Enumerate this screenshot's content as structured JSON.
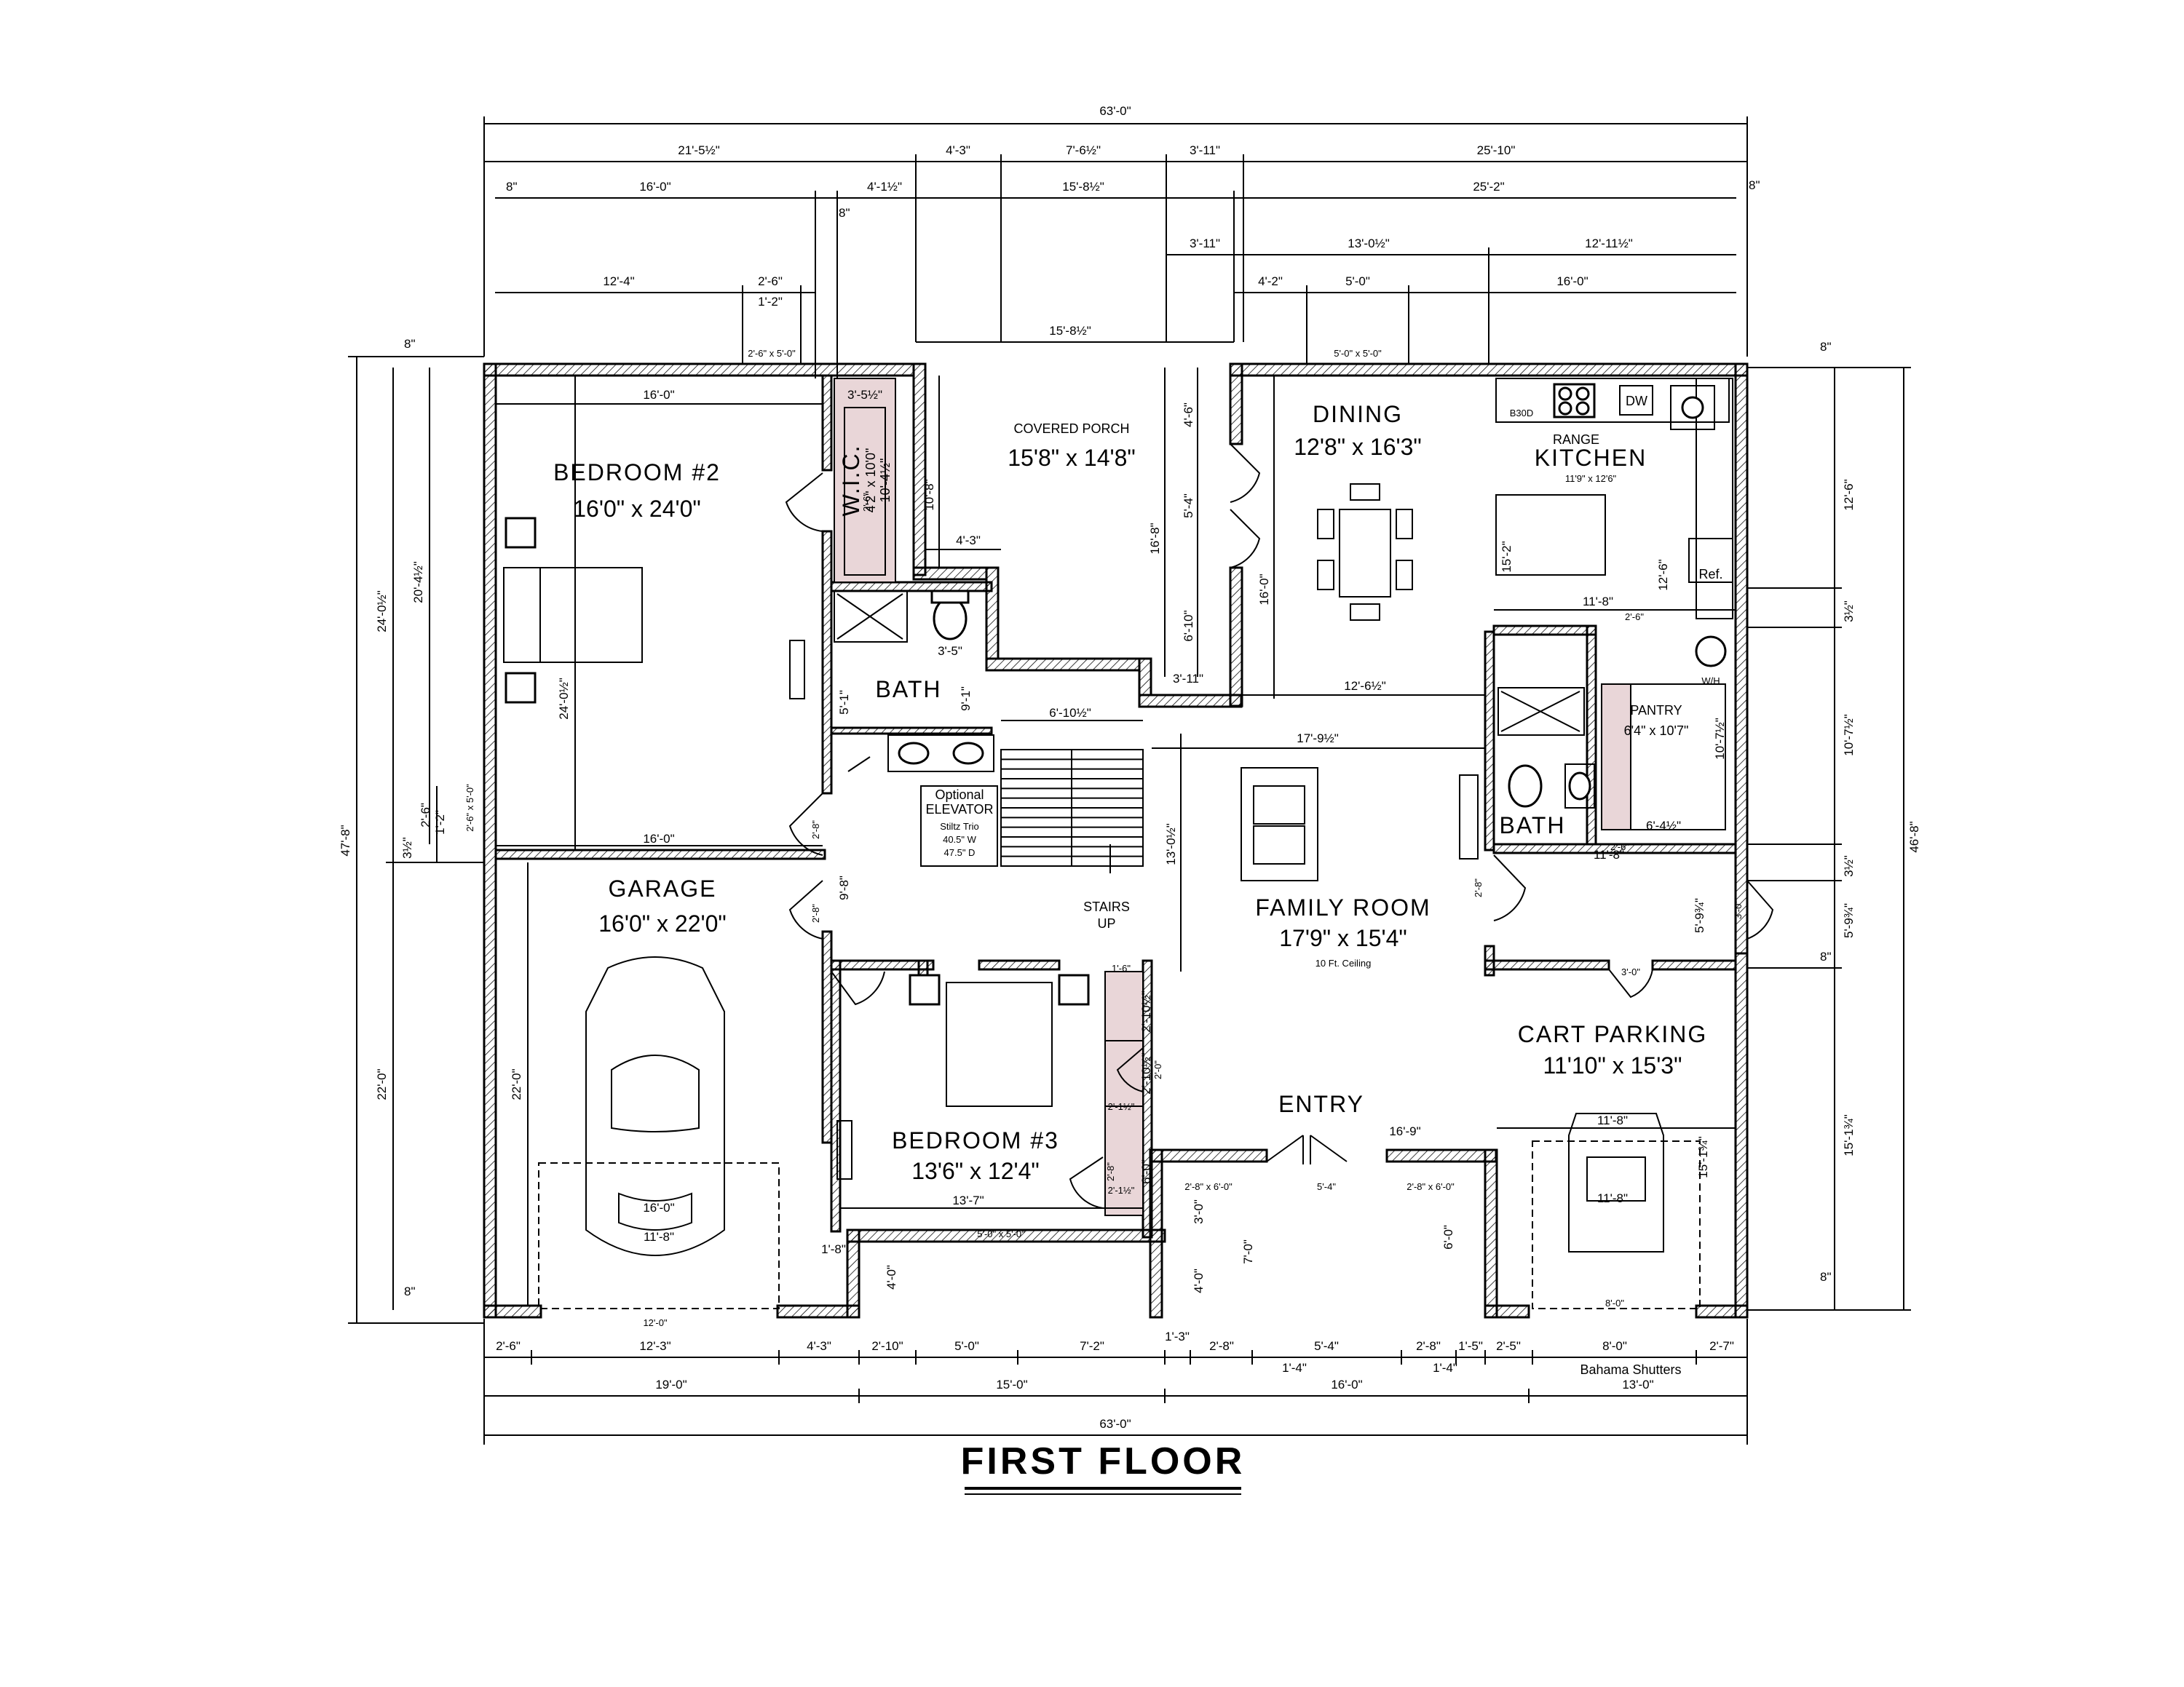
{
  "title": "FIRST FLOOR",
  "rooms": {
    "bedroom2": {
      "name": "BEDROOM #2",
      "size": "16'0\" x 24'0\""
    },
    "wic": {
      "name": "W.I.C.",
      "size": "4'2\" x 10'0\"",
      "dim": "10'-4½\""
    },
    "covered_porch": {
      "name": "COVERED PORCH",
      "size": "15'8\" x 14'8\""
    },
    "dining": {
      "name": "DINING",
      "size": "12'8\" x 16'3\""
    },
    "kitchen": {
      "name": "KITCHEN",
      "size": "11'9\" x 12'6\""
    },
    "bath1": {
      "name": "BATH"
    },
    "bath2": {
      "name": "BATH"
    },
    "pantry": {
      "name": "PANTRY",
      "size": "6'4\" x 10'7\""
    },
    "garage": {
      "name": "GARAGE",
      "size": "16'0\" x 22'0\""
    },
    "family_room": {
      "name": "FAMILY ROOM",
      "size": "17'9\" x 15'4\"",
      "note": "10 Ft. Ceiling"
    },
    "bedroom3": {
      "name": "BEDROOM #3",
      "size": "13'6\" x 12'4\""
    },
    "entry": {
      "name": "ENTRY"
    },
    "cart_parking": {
      "name": "CART PARKING",
      "size": "11'10\" x 15'3\""
    }
  },
  "labels": {
    "range": "RANGE",
    "dw": "DW",
    "ref": "Ref.",
    "wh": "W/H",
    "stairs": "STAIRS",
    "stairs_up": "UP",
    "elevator_1": "Optional",
    "elevator_2": "ELEVATOR",
    "elevator_3": "Stiltz Trio",
    "elevator_4": "40.5\" W",
    "elevator_5": "47.5\" D",
    "b30": "B30D",
    "bahama": "Bahama Shutters"
  },
  "dims_top": {
    "overall": "63'-0\"",
    "r1": [
      "21'-5½\"",
      "4'-3\"",
      "7'-6½\"",
      "3'-11\"",
      "25'-10\""
    ],
    "r2": [
      "16'-0\"",
      "4'-1½\"",
      "15'-8½\"",
      "25'-2\""
    ],
    "r2_end_left": "8\"",
    "r2_end_mid": "8\"",
    "r2_end_right": "8\"",
    "r3": [
      "3'-11\"",
      "13'-0½\"",
      "12'-11½\""
    ],
    "r4": [
      "12'-4\"",
      "2'-6\"",
      "1'-2\"",
      "4'-2\"",
      "5'-0\"",
      "16'-0\""
    ],
    "r5": "15'-8½\"",
    "windows": [
      "2'-6\" x 5'-0\"",
      "5'-0\" x 5'-0\""
    ]
  },
  "dims_bottom": {
    "r1": [
      "2'-6\"",
      "12'-3\"",
      "4'-3\"",
      "2'-10\"",
      "5'-0\"",
      "7'-2\"",
      "1'-3\"",
      "2'-8\"",
      "5'-4\"",
      "2'-8\"",
      "1'-5\"",
      "2'-5\"",
      "8'-0\"",
      "2'-7\""
    ],
    "r1_sub": [
      "1'-4\"",
      "1'-4\""
    ],
    "r2": [
      "19'-0\"",
      "15'-0\"",
      "16'-0\"",
      "13'-0\""
    ],
    "overall": "63'-0\"",
    "garage_door": "12'-0\"",
    "cart_door": "8'-0\""
  },
  "dims_left": {
    "overall": "47'-8\"",
    "r1": [
      "24'-0½\"",
      "22'-0\""
    ],
    "r2": [
      "20'-4½\""
    ],
    "r3": [
      "2'-6\"",
      "1'-2\"",
      "3½\""
    ],
    "ends": [
      "8\"",
      "8\""
    ]
  },
  "dims_right": {
    "overall": "46'-8\"",
    "r1": [
      "12'-6\"",
      "3½\"",
      "10'-7½\"",
      "3½\"",
      "5'-9¾\"",
      "15'-1¾\""
    ],
    "ends": [
      "8\"",
      "8\"",
      "8\""
    ]
  },
  "dims_interior": {
    "bed2_top": "16'-0\"",
    "bed2_bottom": "16'-0\"",
    "bed2_height": "24'-0½\"",
    "wic_w": "3'-5½\"",
    "porch_h": "10'-8\"",
    "porch_w": "4'-3\"",
    "porch_right": [
      "4'-6\"",
      "5'-4\"",
      "6'-10\"",
      "3'-11\"",
      "16'-8\""
    ],
    "bath_w": "3'-5\"",
    "bath_h": "5'-1\"",
    "bath_h2": "9'-1\"",
    "stair_w": "6'-10½\"",
    "stair_h": "13'-0½\"",
    "dining_h": "16'-0\"",
    "dining_w": "12'-6½\"",
    "family_w": "17'-9½\"",
    "kitchen_w": "11'-8\"",
    "kitchen_h": "12'-6\"",
    "island": "15'-2\"",
    "pantry_w": "6'-4½\"",
    "pantry_h": "10'-7½\"",
    "bath2_w": "11'-8\"",
    "hall_h": "5'-9¾\"",
    "hall_w": "3'-0\"",
    "cart_w": "11'-8\"",
    "cart_w2": "11'-8\"",
    "cart_h": "15'-1¾\"",
    "entry_w": "16'-9\"",
    "entry_w2": "5'-4\"",
    "entry_side": [
      "2'-8\" x 6'-0\"",
      "2'-8\" x 6'-0\""
    ],
    "entry_h": [
      "3'-0\"",
      "4'-0\"",
      "7'-0\"",
      "6'-0\""
    ],
    "bed3_w": "13'-7\"",
    "bed3_h": [
      "2'-10½\"",
      "2'-10½\"",
      "6'-0\""
    ],
    "bed3_closets": [
      "1'-6\"",
      "2'-1½\"",
      "2'-1½\""
    ],
    "garage_w": "16'-0\"",
    "garage_w2": "11'-8\"",
    "garage_h": "22'-0\"",
    "garage_bottom": "1'-8\"",
    "bed3_bottom": "4'-0\"",
    "bed3_window": "5'-0\" x 5'-0\"",
    "hall": "9'-8\"",
    "doors": [
      "2'-8\"",
      "2'-8\"",
      "2'-8\"",
      "2'-6\"",
      "2'-6\"",
      "2'-8\"",
      "2'-0\"",
      "3'-0\"",
      "2'-6\""
    ],
    "side_window": "2'-6\" x 5'-0\""
  },
  "colors": {
    "line": "#000000",
    "closet_fill": "#e9d6d8",
    "background": "#ffffff"
  }
}
